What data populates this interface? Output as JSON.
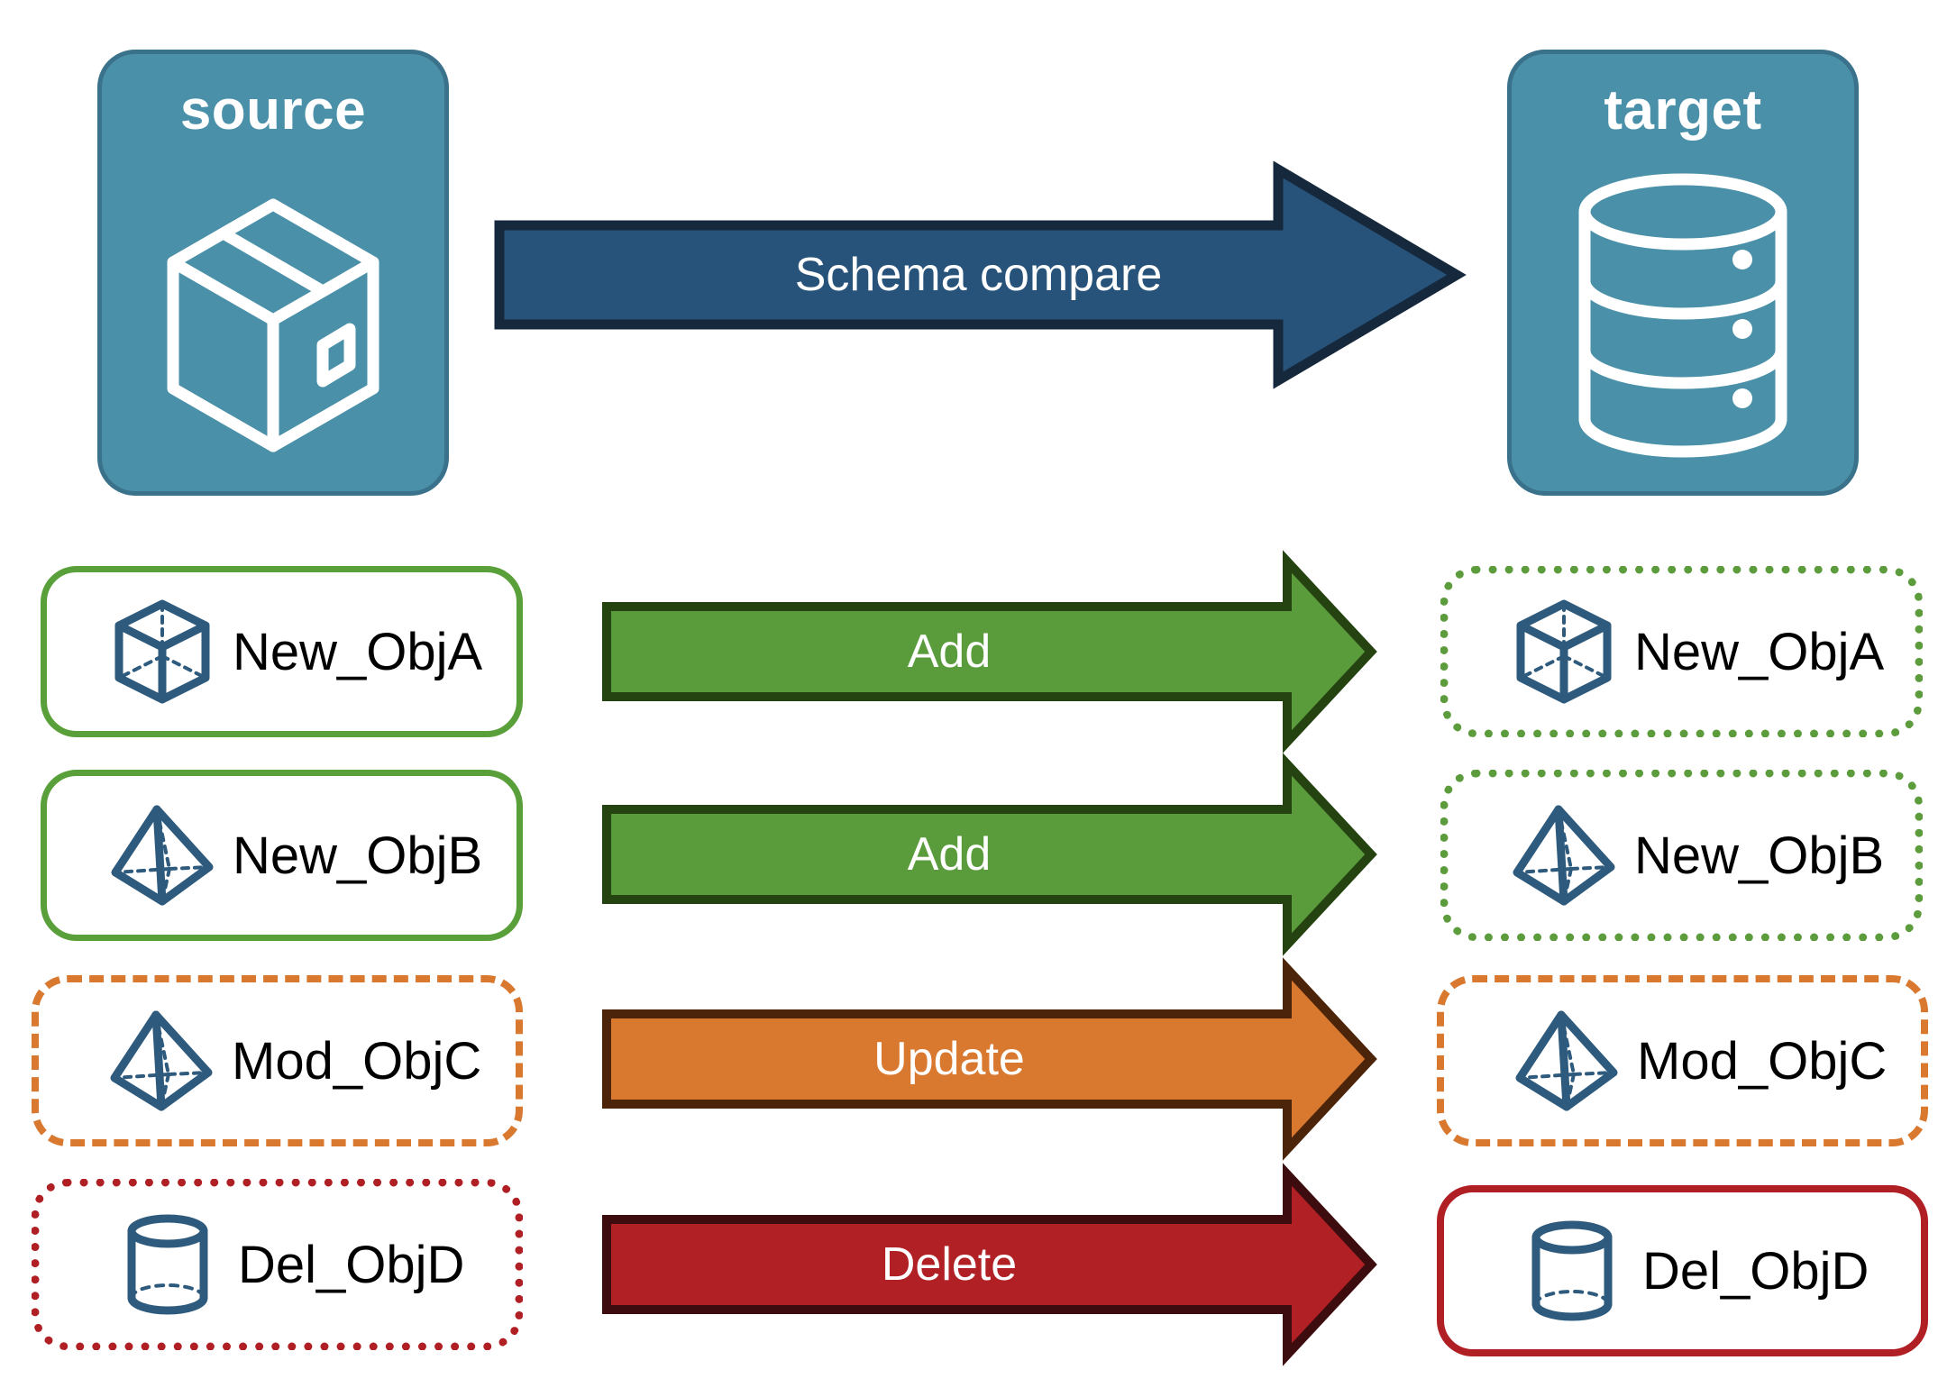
{
  "diagram": {
    "title": "Schema compare",
    "background": "#ffffff",
    "colors": {
      "endpoint_fill": "#4a90a8",
      "endpoint_border": "#39728a",
      "icon_blue": "#2e5b7d",
      "compare_arrow_fill": "#27537a",
      "compare_arrow_border": "#16283c",
      "add_fill": "#5a9b3c",
      "add_border": "#254311",
      "update_fill": "#d9782f",
      "update_border": "#4c2409",
      "delete_fill": "#b02025",
      "delete_border": "#3d0c0e",
      "text_dark": "#000000",
      "text_light": "#ffffff"
    }
  },
  "endpoints": {
    "source": {
      "label": "source",
      "icon": "package-box-icon"
    },
    "target": {
      "label": "target",
      "icon": "database-cylinder-icon"
    }
  },
  "compare": {
    "label": "Schema compare",
    "icon": "right-arrow-icon"
  },
  "rows": [
    {
      "source": {
        "name": "New_ObjA",
        "icon": "wireframe-cube-icon",
        "border_style": "solid",
        "border_color": "#5aa03a"
      },
      "action": {
        "label": "Add",
        "fill": "#5a9b3c",
        "border": "#254311"
      },
      "target": {
        "name": "New_ObjA",
        "icon": "wireframe-cube-icon",
        "border_style": "dotted",
        "border_color": "#5d9c3d"
      }
    },
    {
      "source": {
        "name": "New_ObjB",
        "icon": "wireframe-pyramid-icon",
        "border_style": "solid",
        "border_color": "#5aa03a"
      },
      "action": {
        "label": "Add",
        "fill": "#5a9b3c",
        "border": "#254311"
      },
      "target": {
        "name": "New_ObjB",
        "icon": "wireframe-pyramid-icon",
        "border_style": "dotted",
        "border_color": "#5d9c3d"
      }
    },
    {
      "source": {
        "name": "Mod_ObjC",
        "icon": "wireframe-pyramid-icon",
        "border_style": "dashed",
        "border_color": "#d9782f"
      },
      "action": {
        "label": "Update",
        "fill": "#d9782f",
        "border": "#4c2409"
      },
      "target": {
        "name": "Mod_ObjC",
        "icon": "wireframe-pyramid-icon",
        "border_style": "dashed",
        "border_color": "#d9782f"
      }
    },
    {
      "source": {
        "name": "Del_ObjD",
        "icon": "wireframe-cylinder-icon",
        "border_style": "dotted",
        "border_color": "#b01f24"
      },
      "action": {
        "label": "Delete",
        "fill": "#b02025",
        "border": "#3d0c0e"
      },
      "target": {
        "name": "Del_ObjD",
        "icon": "wireframe-cylinder-icon",
        "border_style": "solid",
        "border_color": "#b01f24"
      }
    }
  ]
}
